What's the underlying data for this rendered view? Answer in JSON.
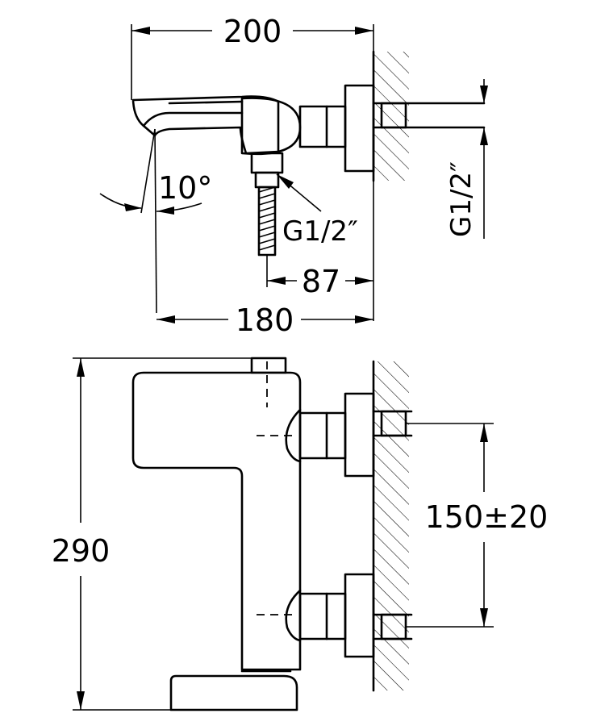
{
  "dimensions": {
    "top_width": "200",
    "spout_angle": "10°",
    "outlet_thread": "G1/2″",
    "inlet_thread": "G1/2″",
    "outlet_offset": "87",
    "projection": "180",
    "height": "290",
    "inlet_spacing": "150±20"
  }
}
